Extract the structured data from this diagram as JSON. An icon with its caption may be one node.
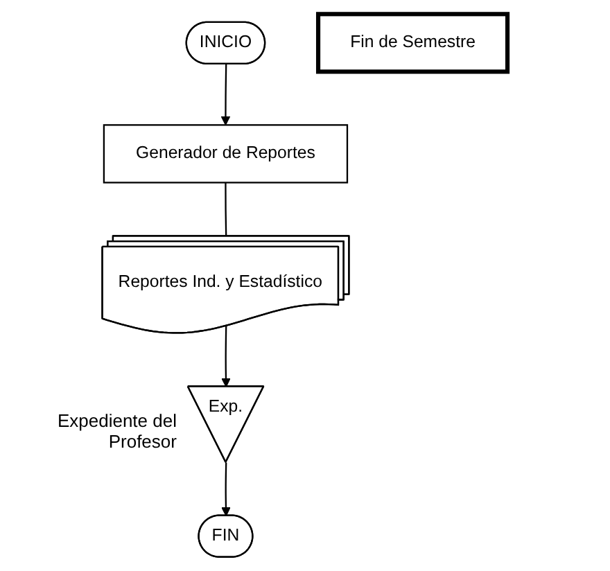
{
  "diagram": {
    "nodes": [
      {
        "text": [
          "INICIO"
        ]
      },
      {
        "text": [
          "Fin de Semestre"
        ]
      },
      {
        "text": [
          "Generador de Reportes"
        ]
      },
      {
        "text": [
          "Reportes Ind. y Estadístico"
        ]
      },
      {
        "text": [
          "Exp."
        ],
        "beside": [
          "Expediente del Profesor"
        ]
      },
      {
        "text": [
          "FIN"
        ]
      }
    ],
    "edges": [
      {
        "from": 0,
        "to": 2,
        "arrow": "to"
      },
      {
        "from": 2,
        "to": 3,
        "arrow": "none"
      },
      {
        "from": 3,
        "to": 4,
        "arrow": "to"
      },
      {
        "from": 4,
        "to": 5,
        "arrow": "to"
      }
    ]
  }
}
